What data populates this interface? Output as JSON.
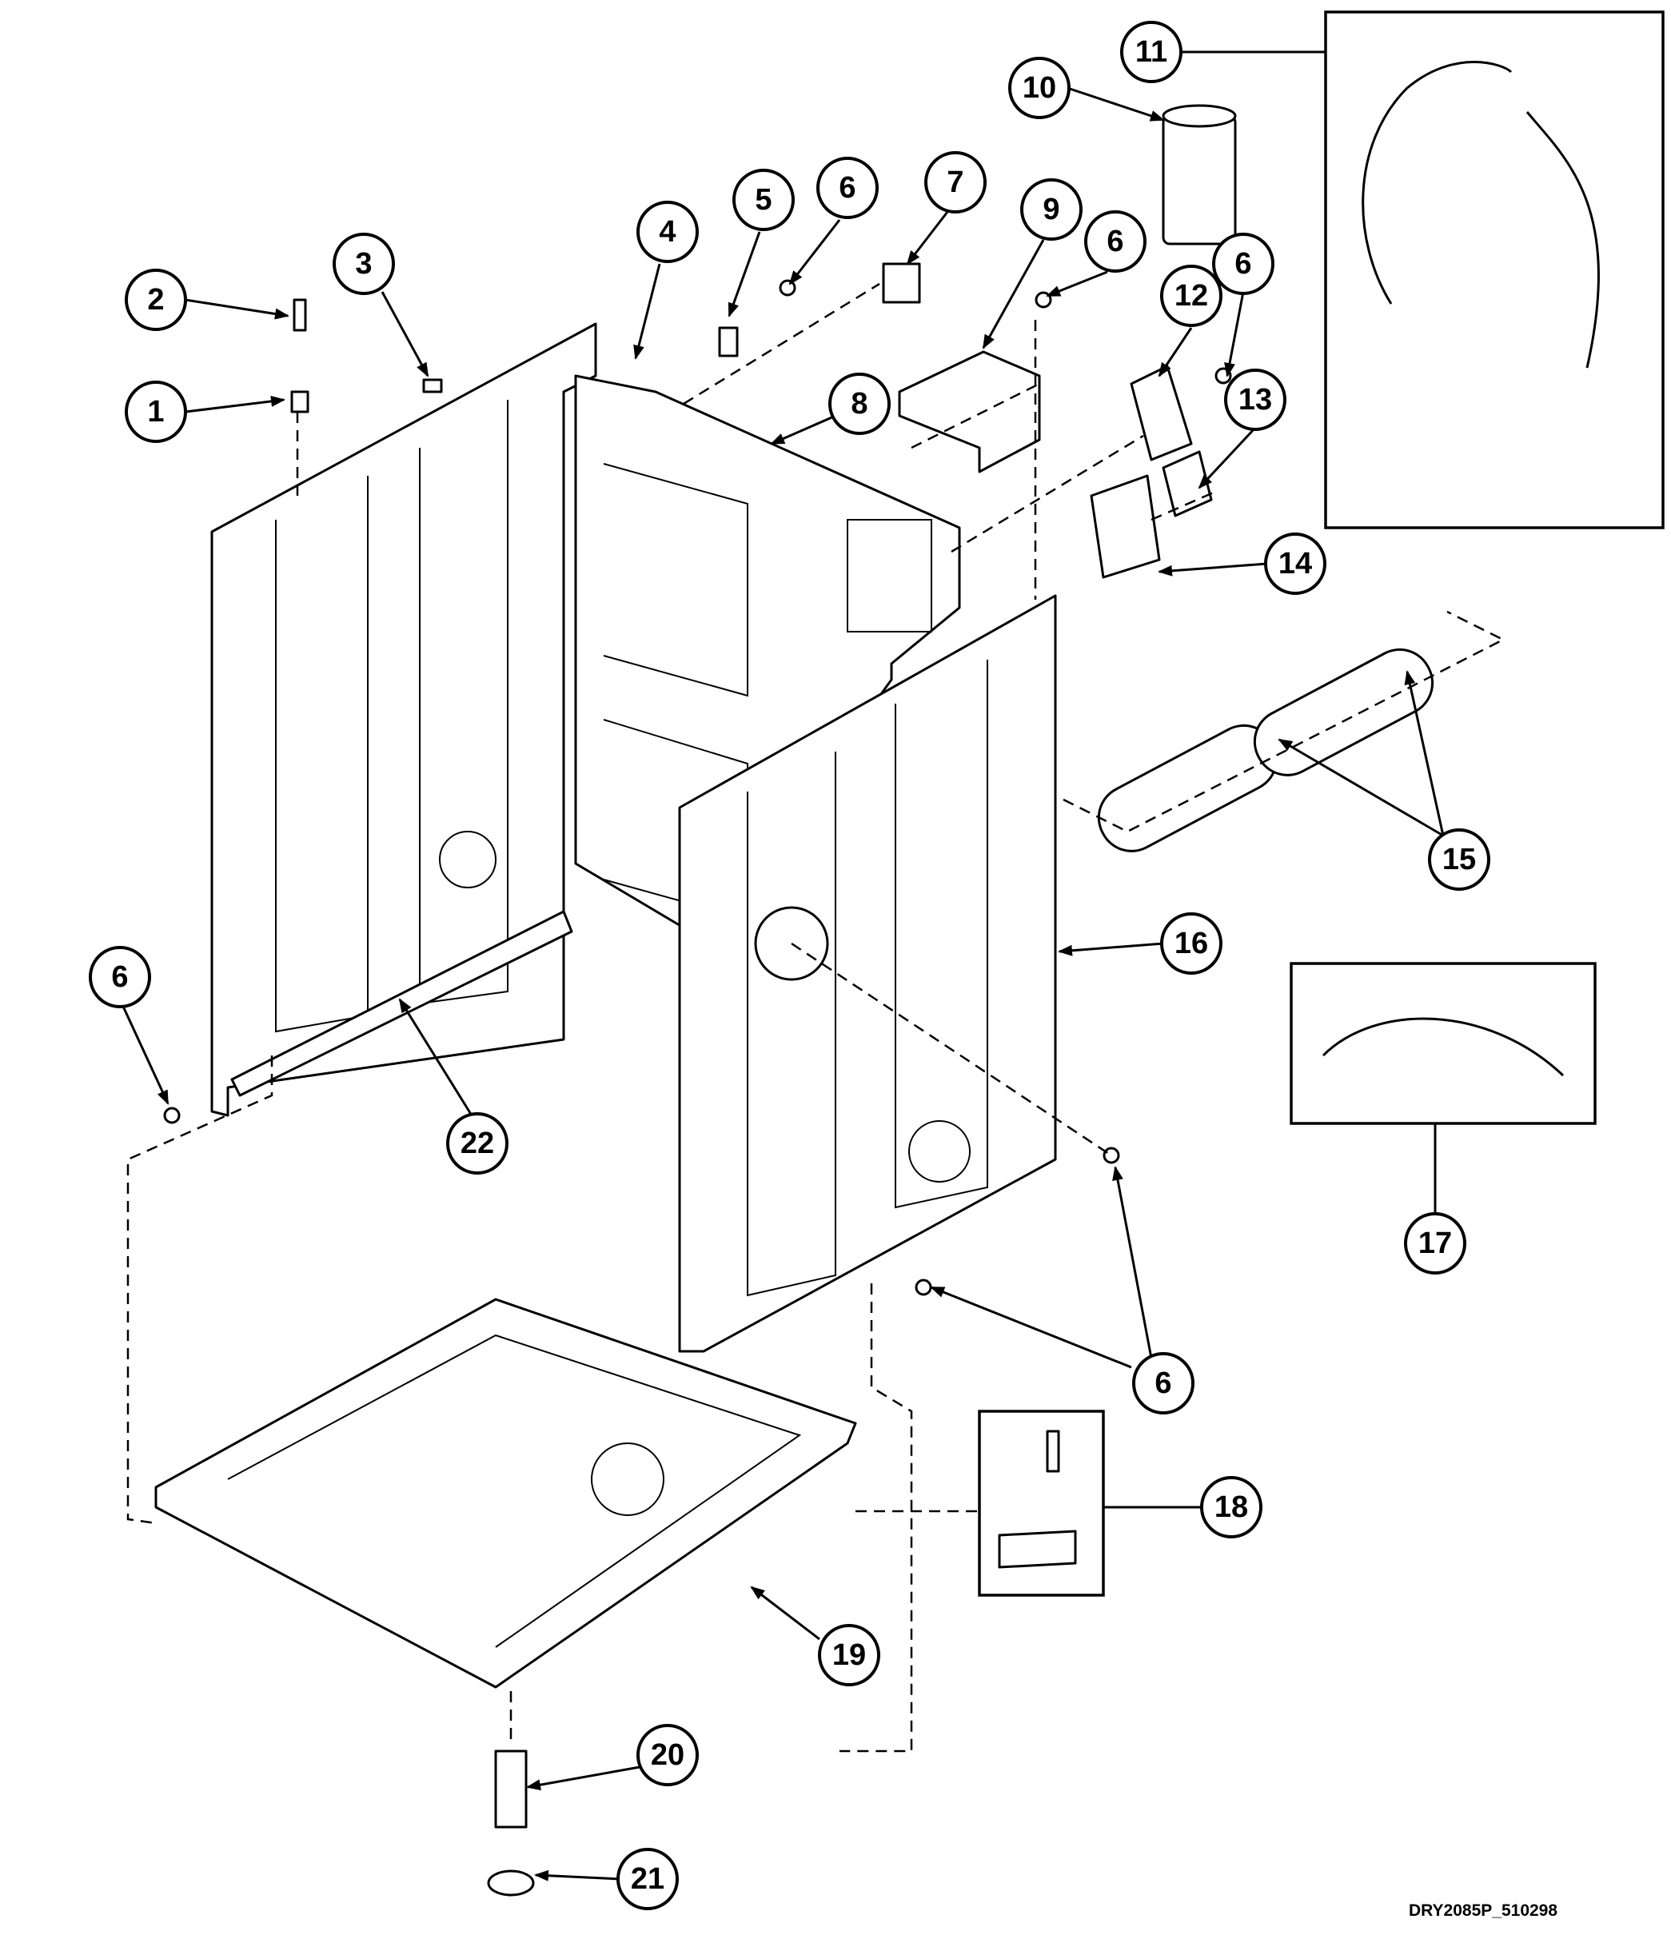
{
  "drawing_code": "DRY2085P_510298",
  "callouts": [
    "1",
    "2",
    "3",
    "4",
    "5",
    "6",
    "7",
    "8",
    "9",
    "10",
    "11",
    "12",
    "13",
    "14",
    "15",
    "16",
    "17",
    "18",
    "19",
    "20",
    "21",
    "22"
  ],
  "colors": {
    "ink": "#000000",
    "paper": "#ffffff"
  }
}
